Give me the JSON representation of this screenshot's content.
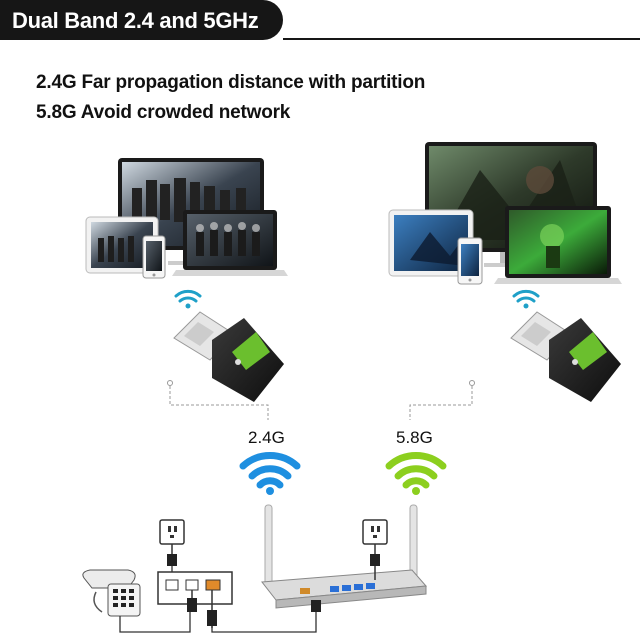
{
  "banner": {
    "title": "Dual Band 2.4 and 5GHz"
  },
  "headlines": [
    "2.4G Far propagation distance with partition",
    "5.8G Avoid crowded network"
  ],
  "bands": {
    "left_label": "2.4G",
    "right_label": "5.8G",
    "left_color": "#1e8fe0",
    "right_color": "#8ccf1e"
  },
  "colors": {
    "banner": "#161616",
    "adapter_body": "#1b1b1b",
    "router": "#dcdcdc",
    "router_ports": "#2a6fd6"
  }
}
